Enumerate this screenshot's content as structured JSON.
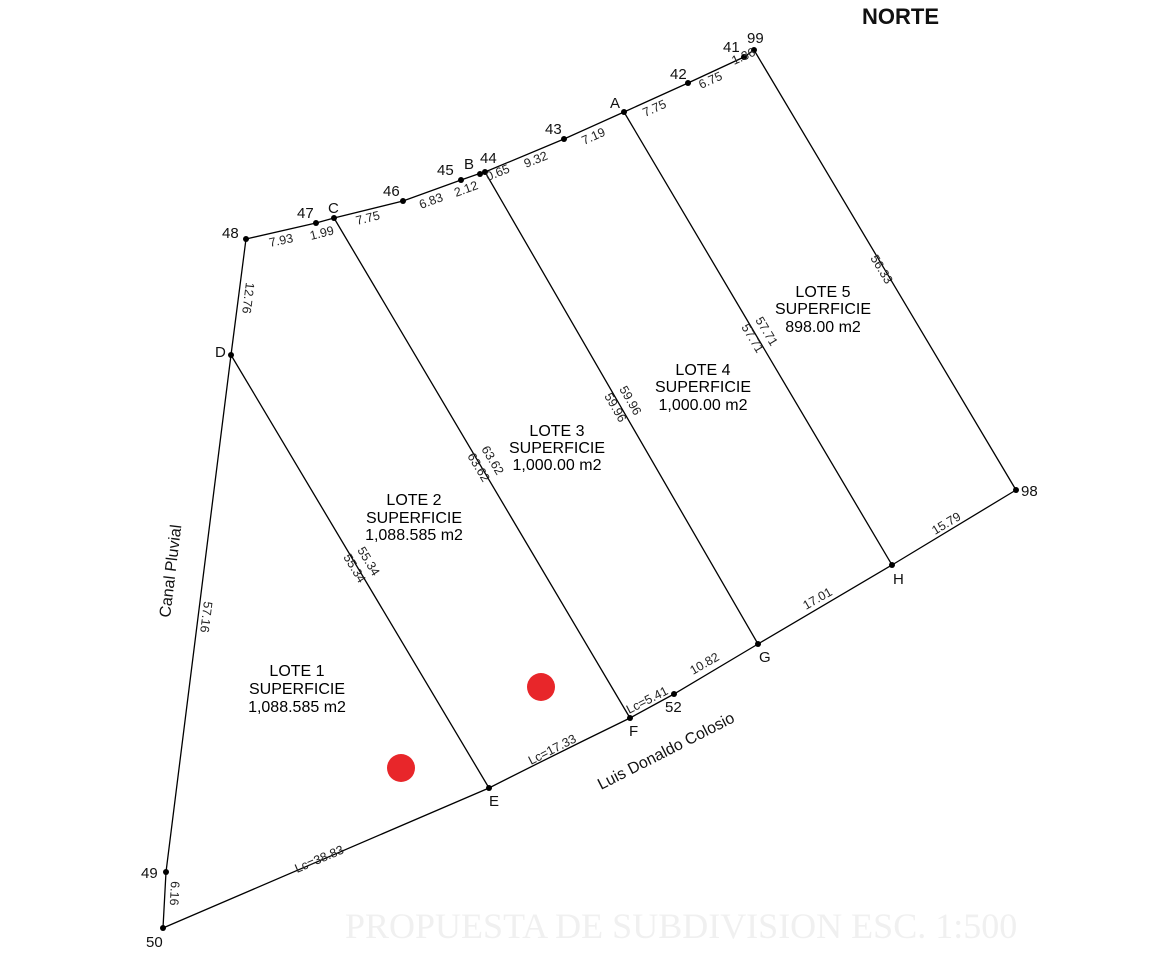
{
  "north_label": "NORTE",
  "road_label": "Luis Donaldo Colosio",
  "canal_label": "Canal Pluvial",
  "watermark": "PROPUESTA DE SUBDIVISION  ESC. 1:500",
  "lots": [
    {
      "name": "LOTE 1",
      "caption": "SUPERFICIE",
      "area": "1,088.585 m2"
    },
    {
      "name": "LOTE 2",
      "caption": "SUPERFICIE",
      "area": "1,088.585 m2"
    },
    {
      "name": "LOTE 3",
      "caption": "SUPERFICIE",
      "area": "1,000.00 m2"
    },
    {
      "name": "LOTE 4",
      "caption": "SUPERFICIE",
      "area": "1,000.00 m2"
    },
    {
      "name": "LOTE 5",
      "caption": "SUPERFICIE",
      "area": "898.00 m2"
    }
  ],
  "points": [
    "NORTE",
    "99",
    "41",
    "42",
    "A",
    "43",
    "44",
    "B",
    "45",
    "46",
    "C",
    "47",
    "48",
    "D",
    "49",
    "50",
    "E",
    "F",
    "52",
    "G",
    "H",
    "98"
  ],
  "top_dims": [
    "1.36",
    "6.75",
    "7.75",
    "7.19",
    "9.32",
    "0.65",
    "2.12",
    "6.83",
    "7.75",
    "1.99",
    "7.93"
  ],
  "dims": {
    "d_48": "12.76",
    "canal": "57.16",
    "d_49_50": "6.16",
    "lc_50_e": "Lc=38.83",
    "lc_e_f": "Lc=17.33",
    "lc_f_52": "Lc=5.41",
    "d_52_g": "10.82",
    "d_g_h": "17.01",
    "d_h_98": "15.79",
    "de_a": "55.34",
    "de_b": "55.34",
    "cf_a": "63.62",
    "cf_b": "63.62",
    "bg_a": "59.96",
    "bg_b": "59.96",
    "ah_a": "57.71",
    "ah_b": "57.71",
    "right": "56.33"
  },
  "markers": 2
}
